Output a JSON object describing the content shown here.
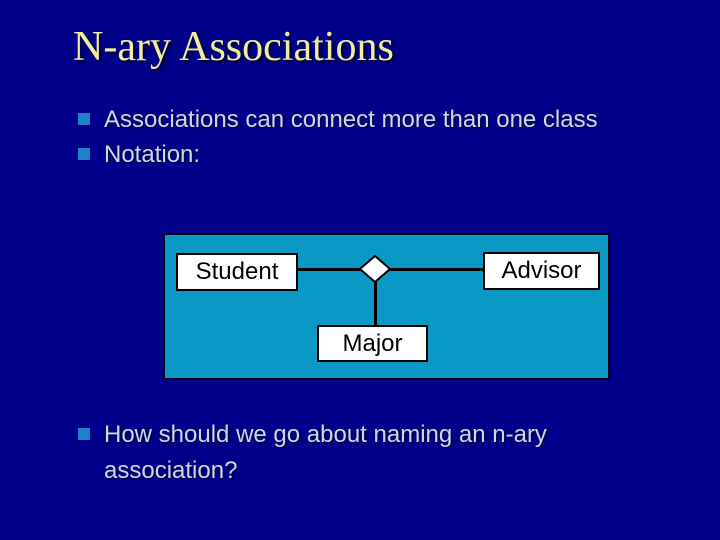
{
  "slide": {
    "title": "N-ary Associations",
    "bullets": [
      {
        "label": "Associations can connect more than one class"
      },
      {
        "label": "Notation:"
      },
      {
        "label": "How should we go about naming an n-ary association?"
      }
    ],
    "colors": {
      "background": "#00008B",
      "title_text": "#F1ED9F",
      "body_text": "#CCD8EA",
      "bullet_square": "#1E82C8",
      "diagram_fill": "#0999C4",
      "class_box_fill": "#FFFFFF",
      "connector": "#000000"
    }
  },
  "diagram": {
    "type": "n-ary-association",
    "connector_symbol": "diamond",
    "nodes": [
      {
        "label": "Student"
      },
      {
        "label": "Advisor"
      },
      {
        "label": "Major"
      }
    ]
  }
}
